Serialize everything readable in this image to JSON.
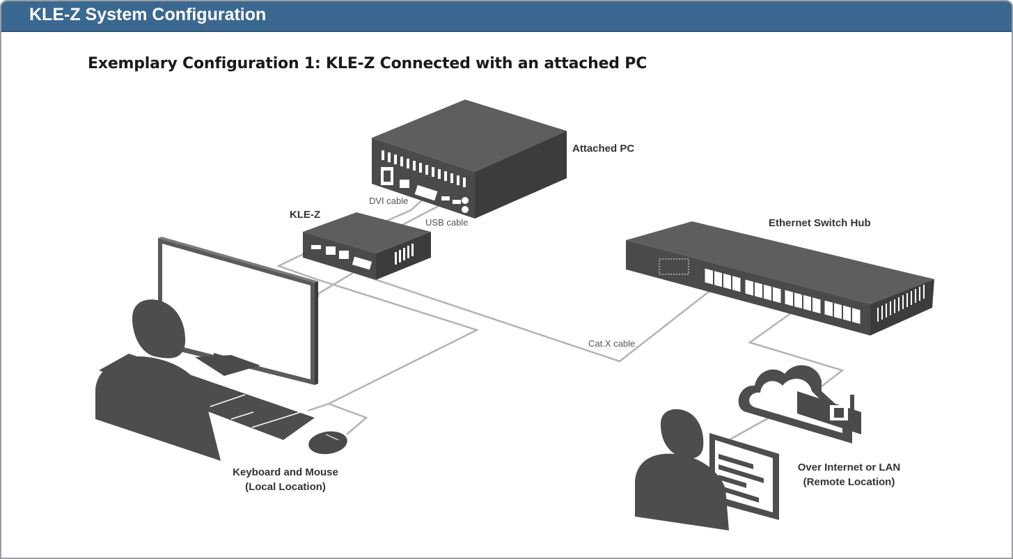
{
  "header": {
    "title": "KLE-Z  System Configuration"
  },
  "diagram": {
    "subtitle": "Exemplary Configuration 1: KLE-Z Connected with an attached PC",
    "labels": {
      "attached_pc": "Attached PC",
      "kle_z": "KLE-Z",
      "ethernet_switch_hub": "Ethernet Switch Hub",
      "local_line1": "Keyboard and Mouse",
      "local_line2": "(Local Location)",
      "remote_line1": "Over Internet or LAN",
      "remote_line2": "(Remote Location)"
    },
    "cables": {
      "dvi": "DVI cable",
      "usb": "USB cable",
      "catx": "Cat.X cable"
    },
    "colors": {
      "banner": "#3a6891",
      "device": "#4d4d4d",
      "device_top": "#5c5c5c",
      "cable": "#b3b3b3"
    }
  }
}
